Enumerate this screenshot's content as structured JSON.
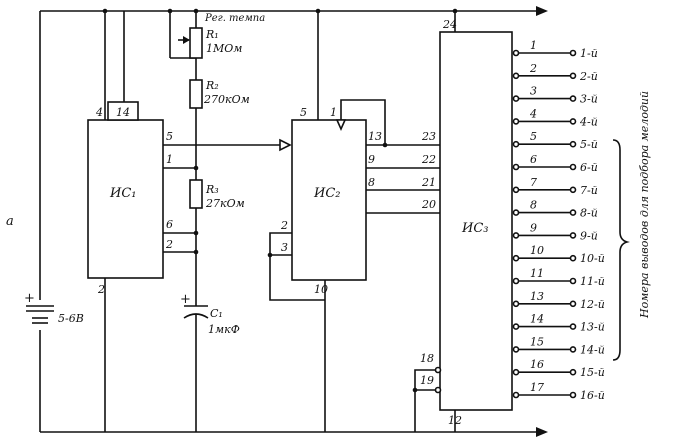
{
  "labels": {
    "reg_tempa": "Рег. темпа",
    "r1": "R₁",
    "r1_val": "1МОм",
    "r2": "R₂",
    "r2_val": "270кОм",
    "r3": "R₃",
    "r3_val": "27кОм",
    "c1": "C₁",
    "c1_val": "1мкФ",
    "battery_val": "5-6В",
    "letter_a": "а",
    "ic1": "ИС₁",
    "ic2": "ИС₂",
    "ic3": "ИС₃",
    "side_label": "Номера выводов для подбора мелодий"
  },
  "ic1_pins": {
    "p4": "4",
    "p14": "14",
    "p5": "5",
    "p1": "1",
    "p6": "6",
    "p2r": "2",
    "p2b": "2"
  },
  "ic2_pins": {
    "p5": "5",
    "p1": "1",
    "p13": "13",
    "p9": "9",
    "p8": "8",
    "p2": "2",
    "p3": "3",
    "p10": "10"
  },
  "ic3_pins": {
    "p24": "24",
    "p23": "23",
    "p22": "22",
    "p21": "21",
    "p20": "20",
    "p18": "18",
    "p19": "19",
    "p12": "12"
  },
  "outputs": [
    {
      "pin": "1",
      "label": "1-й"
    },
    {
      "pin": "2",
      "label": "2-й"
    },
    {
      "pin": "3",
      "label": "3-й"
    },
    {
      "pin": "4",
      "label": "4-й"
    },
    {
      "pin": "5",
      "label": "5-й"
    },
    {
      "pin": "6",
      "label": "6-й"
    },
    {
      "pin": "7",
      "label": "7-й"
    },
    {
      "pin": "8",
      "label": "8-й"
    },
    {
      "pin": "9",
      "label": "9-й"
    },
    {
      "pin": "10",
      "label": "10-й"
    },
    {
      "pin": "11",
      "label": "11-й"
    },
    {
      "pin": "13",
      "label": "12-й"
    },
    {
      "pin": "14",
      "label": "13-й"
    },
    {
      "pin": "15",
      "label": "14-й"
    },
    {
      "pin": "16",
      "label": "15-й"
    },
    {
      "pin": "17",
      "label": "16-й"
    }
  ]
}
